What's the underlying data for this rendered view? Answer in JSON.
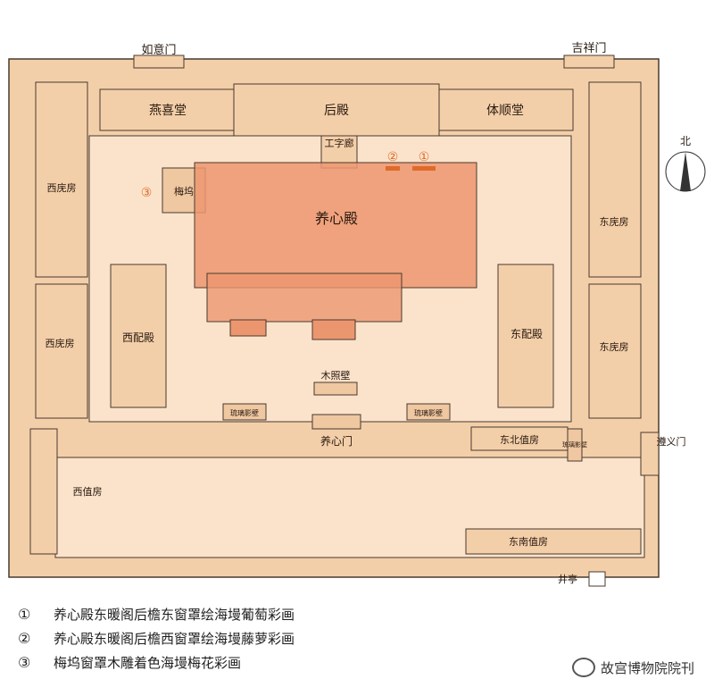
{
  "map": {
    "labels": {
      "ruyi_gate": "如意门",
      "jixiang_gate": "吉祥门",
      "yanxi_hall": "燕喜堂",
      "rear_hall": "后殿",
      "tishun_hall": "体顺堂",
      "gongzi_corridor": "工字廊",
      "north": "北",
      "west_side_rooms_upper": "西庑房",
      "east_side_rooms_upper": "东庑房",
      "meiwu": "梅坞",
      "yangxin_hall": "养心殿",
      "west_side_hall": "西配殿",
      "east_side_hall": "东配殿",
      "west_side_rooms_lower": "西庑房",
      "east_side_rooms_lower": "东庑房",
      "wooden_screen_wall": "木照壁",
      "glazed_screen_left": "琉璃影壁",
      "glazed_screen_right": "琉璃影壁",
      "yangxin_gate": "养心门",
      "northeast_duty_rooms": "东北值房",
      "glazed_screen_vertical": "琉璃影壁",
      "zunyi_gate": "遵义门",
      "west_duty_rooms": "西值房",
      "southeast_duty_rooms": "东南值房",
      "well_pavilion": "井亭",
      "marker_1": "①",
      "marker_2": "②",
      "marker_3": "③"
    },
    "colors": {
      "wall_fill": "#f3cfa9",
      "wall_stroke": "#4a3a2e",
      "courtyard": "#fbe3cb",
      "building_fill": "#efc7a1",
      "highlight_fill": "#ec9670",
      "marker_color": "#e06a2a"
    }
  },
  "legend": [
    {
      "num": "①",
      "text": "养心殿东暖阁后檐东窗罩绘海墁葡萄彩画"
    },
    {
      "num": "②",
      "text": "养心殿东暖阁后檐西窗罩绘海墁藤萝彩画"
    },
    {
      "num": "③",
      "text": "梅坞窗罩木雕着色海墁梅花彩画"
    }
  ],
  "watermark": "故宫博物院院刊"
}
